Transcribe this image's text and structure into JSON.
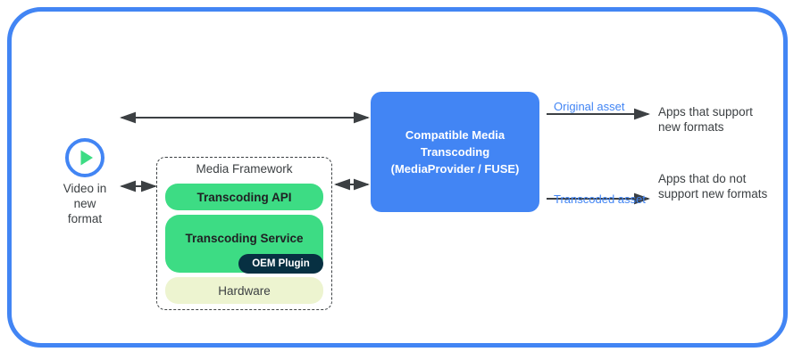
{
  "frame": {
    "border_color": "#4285F4"
  },
  "source": {
    "icon": "play-circle-icon",
    "caption": "Video in\nnew\nformat",
    "icon_ring_color": "#4285F4",
    "icon_triangle_color": "#3DDC84"
  },
  "media_framework": {
    "title": "Media Framework",
    "border_style": "dashed",
    "layers": [
      {
        "label": "Transcoding API",
        "color": "#3DDC84"
      },
      {
        "label": "Transcoding Service",
        "color": "#3DDC84"
      },
      {
        "label": "Hardware",
        "color": "#EDF4D0"
      }
    ],
    "badge": {
      "label": "OEM Plugin",
      "color": "#073042"
    }
  },
  "cmt_box": {
    "label": "Compatible Media\nTranscoding\n(MediaProvider / FUSE)",
    "color": "#4285F4"
  },
  "outputs": [
    {
      "asset_label": "Original asset",
      "target_label": "Apps that support\nnew formats",
      "label_color": "#4285F4"
    },
    {
      "asset_label": "Transcoded asset",
      "target_label": "Apps that do not\nsupport new formats",
      "label_color": "#4285F4"
    }
  ],
  "connectors": [
    {
      "name": "video-to-cmt",
      "type": "bidirectional"
    },
    {
      "name": "video-to-media-framework",
      "type": "bidirectional"
    },
    {
      "name": "media-framework-to-cmt",
      "type": "bidirectional"
    },
    {
      "name": "cmt-to-supporting-apps",
      "type": "unidirectional"
    },
    {
      "name": "cmt-to-nonsupporting-apps",
      "type": "unidirectional"
    }
  ]
}
